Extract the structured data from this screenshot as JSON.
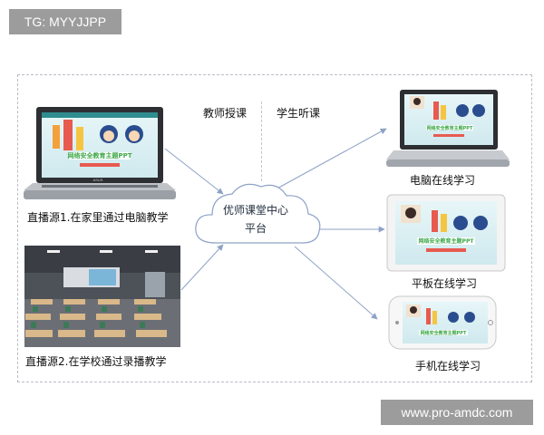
{
  "corner_tag": "TG: MYYJJPP",
  "website": "www.pro-amdc.com",
  "center": {
    "line1": "优师课堂中心",
    "line2": "平台"
  },
  "top_labels": {
    "teacher": "教师授课",
    "student": "学生听课"
  },
  "sources": {
    "home": "直播源1.在家里通过电脑教学",
    "school": "直播源2.在学校通过录播教学"
  },
  "devices": {
    "pc": "电脑在线学习",
    "tablet": "平板在线学习",
    "phone": "手机在线学习"
  },
  "slide": {
    "title": "网络安全教育主题PPT",
    "brand": "ASUS"
  },
  "colors": {
    "arrow": "#8da2c6",
    "slide_bg": "#d7eef2",
    "slide_title": "#3da84a",
    "frame": "#b8bcc6"
  }
}
